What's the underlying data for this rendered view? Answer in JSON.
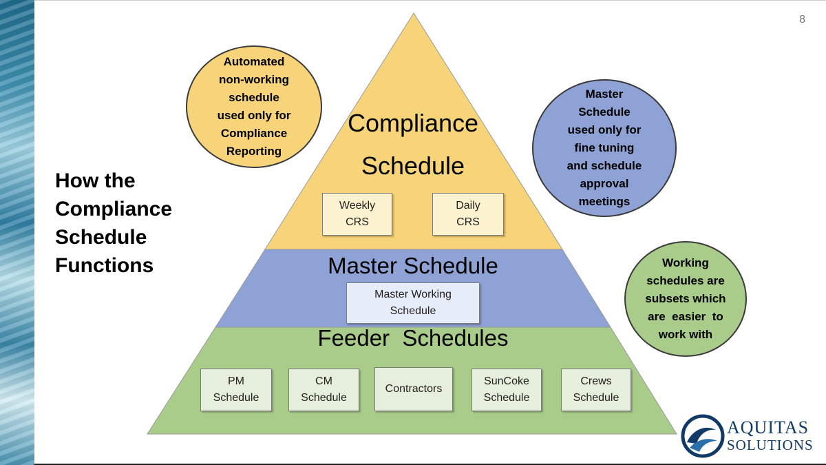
{
  "slide": {
    "number": "8",
    "side_title": "How the Compliance Schedule Functions"
  },
  "pyramid": {
    "top": {
      "label_line1": "Compliance",
      "label_line2": "Schedule",
      "color": "#f7d47a",
      "boxes": [
        {
          "line1": "Weekly",
          "line2": "CRS"
        },
        {
          "line1": "Daily",
          "line2": "CRS"
        }
      ]
    },
    "middle": {
      "label": "Master Schedule",
      "color": "#8ea2d6",
      "box": {
        "line1": "Master Working",
        "line2": "Schedule"
      }
    },
    "bottom": {
      "label": "Feeder  Schedules",
      "color": "#a9cc8b",
      "boxes": [
        {
          "line1": "PM",
          "line2": "Schedule"
        },
        {
          "line1": "CM",
          "line2": "Schedule"
        },
        {
          "line1": "Contractors",
          "line2": ""
        },
        {
          "line1": "SunCoke",
          "line2": "Schedule"
        },
        {
          "line1": "Crews",
          "line2": "Schedule"
        }
      ]
    }
  },
  "bubbles": {
    "compliance": {
      "color": "#f7d47a",
      "lines": [
        "Automated",
        "non-working",
        "schedule",
        "used only for",
        "Compliance",
        "Reporting"
      ]
    },
    "master": {
      "color": "#8ea2d6",
      "lines": [
        "Master",
        "Schedule",
        "used only for",
        "fine tuning",
        "and schedule",
        "approval",
        "meetings"
      ]
    },
    "working": {
      "color": "#a9cc8b",
      "lines": [
        "Working",
        "schedules are",
        "subsets which",
        "are  easier  to",
        "work with"
      ]
    }
  },
  "logo": {
    "line1": "AQUITAS",
    "line2": "SOLUTIONS",
    "color": "#123a66",
    "icon": "wave-swirl-icon"
  }
}
